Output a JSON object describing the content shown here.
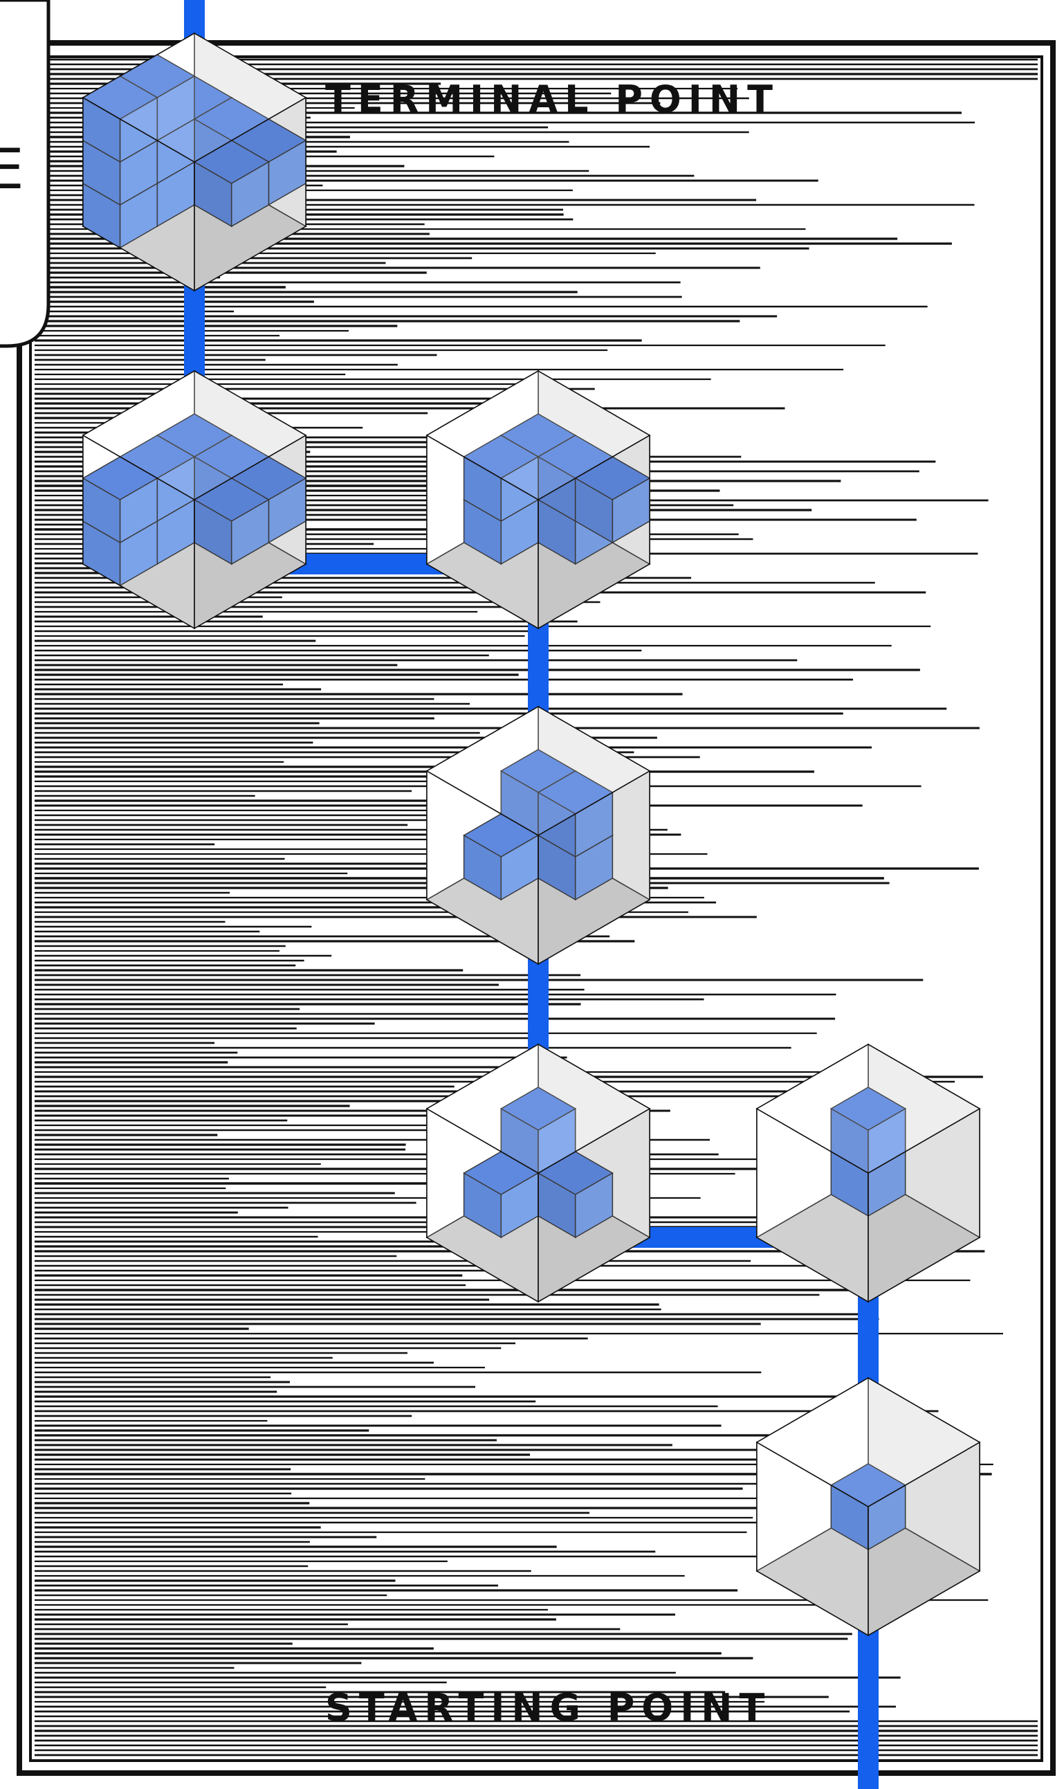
{
  "labels": {
    "terminal": "TERMINAL POINT",
    "starting": "STARTING POINT",
    "corner_fragment": "E"
  },
  "colors": {
    "path": "#1560ec",
    "cube_top": "#3b6fd8",
    "cube_left": "#3e6fcf",
    "cube_right": "#5f8fe6",
    "box_top": "#ffffff",
    "box_right": "#e8e8e8",
    "box_bottom": "#c6c6c6",
    "hatch": "#111111",
    "frame": "#111111"
  },
  "stages": [
    {
      "id": "stage-1",
      "step": 1,
      "cubes": 1
    },
    {
      "id": "stage-2",
      "step": 2,
      "cubes": 2
    },
    {
      "id": "stage-3",
      "step": 3,
      "cubes": 4
    },
    {
      "id": "stage-4",
      "step": 4,
      "cubes": 5
    },
    {
      "id": "stage-5",
      "step": 5,
      "cubes": 7
    },
    {
      "id": "stage-6",
      "step": 6,
      "cubes": 10
    },
    {
      "id": "stage-7",
      "step": 7,
      "cubes": 12
    }
  ]
}
